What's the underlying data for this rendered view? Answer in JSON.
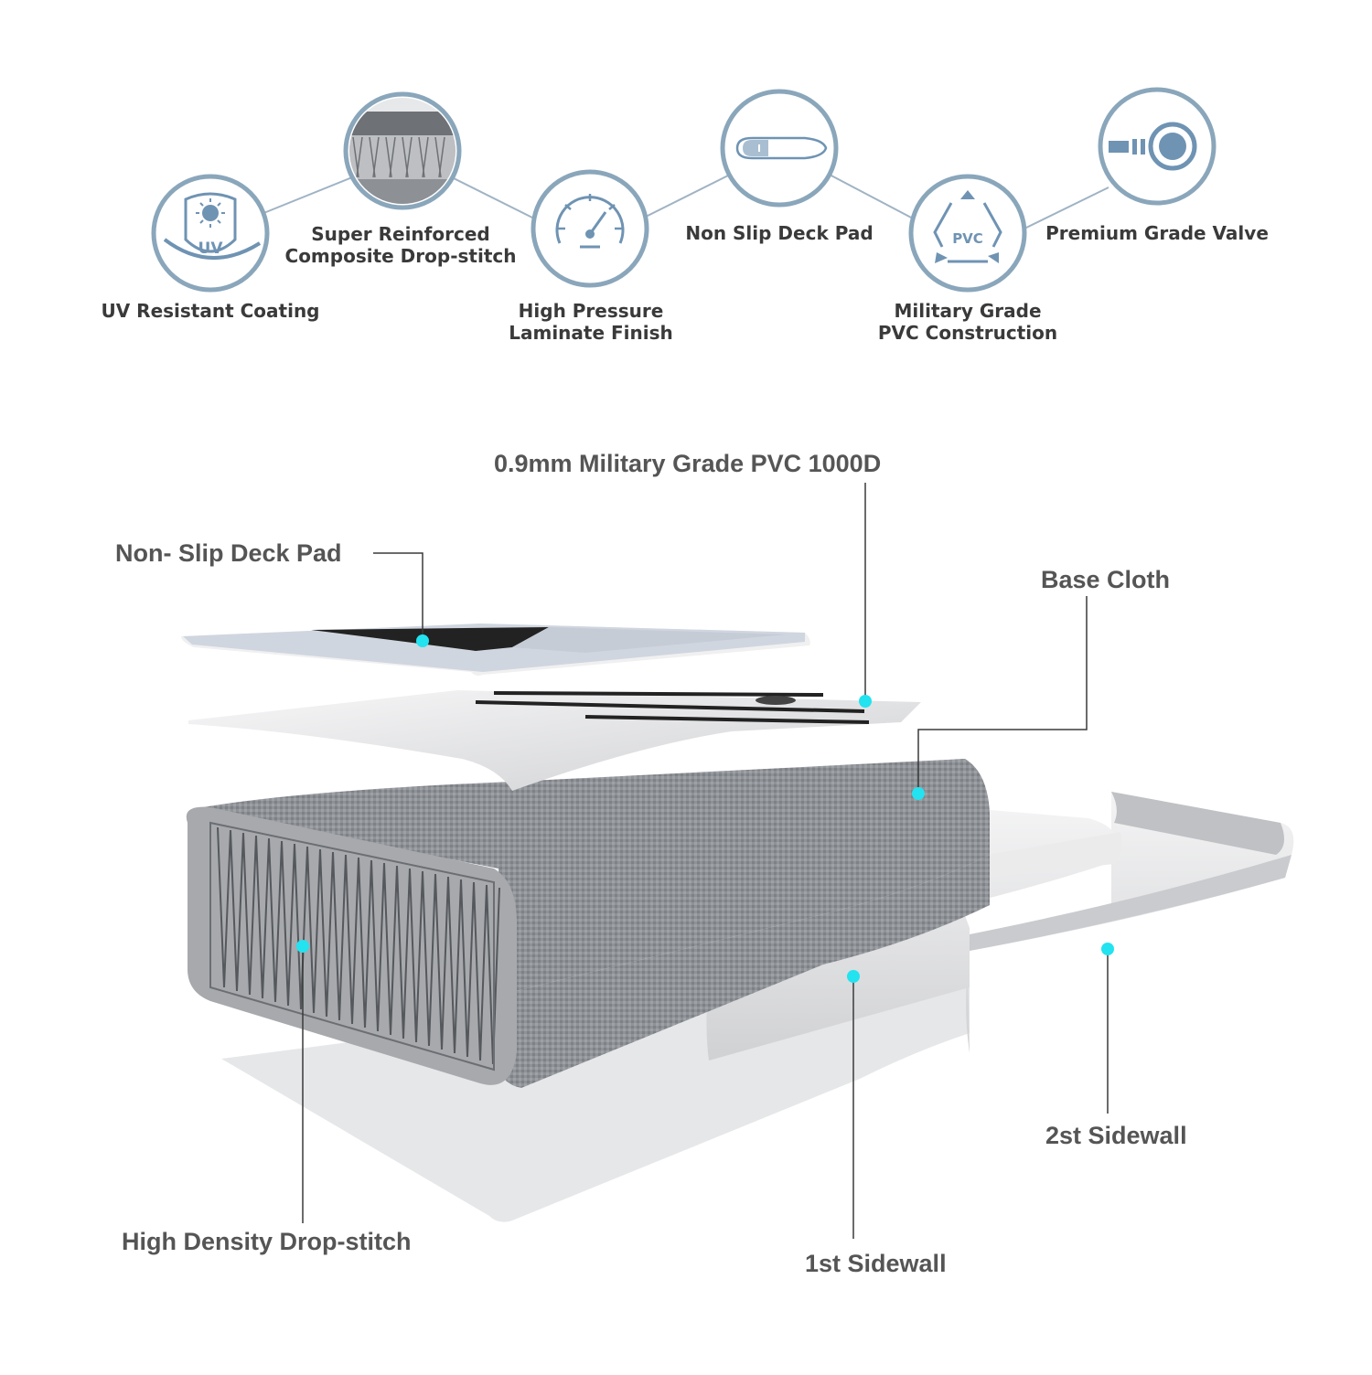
{
  "colors": {
    "icon_ring": "#8aa6bb",
    "icon_blue": "#6f93b3",
    "connector": "#9fb3c4",
    "label_text": "#3a3a3a",
    "layer_text": "#555555",
    "marker": "#22e3ef",
    "fabric": "#8a8d92",
    "sidewall": "#d9dadc"
  },
  "features": [
    {
      "id": "uv",
      "icon": "uv-shield-sun-icon",
      "line1": "UV Resistant Coating",
      "line2": "",
      "icon_text": "UV"
    },
    {
      "id": "dropstitch",
      "icon": "drop-stitch-photo-icon",
      "line1": "Super Reinforced",
      "line2": "Composite Drop-stitch"
    },
    {
      "id": "pressure",
      "icon": "pressure-gauge-icon",
      "line1": "High Pressure",
      "line2": "Laminate Finish"
    },
    {
      "id": "deckpad",
      "icon": "board-outline-icon",
      "line1": "Non Slip Deck Pad",
      "line2": ""
    },
    {
      "id": "pvc",
      "icon": "pvc-recycle-icon",
      "line1": "Military Grade",
      "line2": "PVC Construction",
      "icon_text": "PVC"
    },
    {
      "id": "valve",
      "icon": "valve-icon",
      "line1": "Premium Grade Valve",
      "line2": ""
    }
  ],
  "layers": {
    "pvc": "0.9mm  Military Grade PVC  1000D",
    "deck_pad": "Non- Slip Deck Pad",
    "base_cloth": "Base Cloth",
    "sidewall_2": "2st Sidewall",
    "dropstitch": "High Density Drop-stitch",
    "sidewall_1": "1st Sidewall"
  }
}
